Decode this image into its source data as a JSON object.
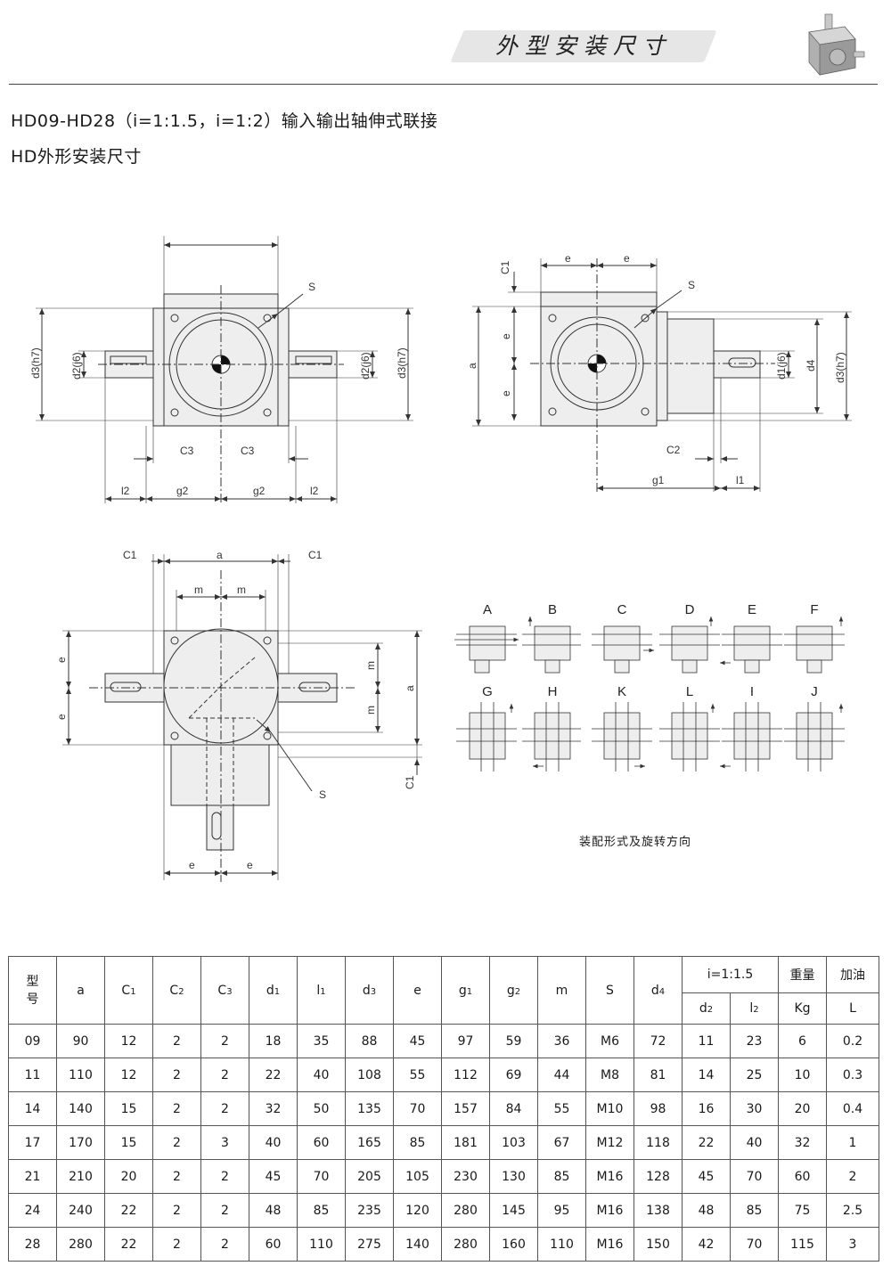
{
  "banner": {
    "title": "外型安装尺寸"
  },
  "header": {
    "line1": "HD09-HD28（i=1:1.5，i=1:2）输入输出轴伸式联接",
    "line2": "HD外形安装尺寸"
  },
  "colors": {
    "line": "#333333",
    "fill": "#eeeeee",
    "banner": "#e6e6e6"
  },
  "drawing1": {
    "dims": [
      "d3(h7)",
      "d2(j6)",
      "d2(j6)",
      "d3(h7)",
      "S",
      "C3",
      "C3",
      "l2",
      "g2",
      "g2",
      "l2"
    ]
  },
  "drawing2": {
    "dims": [
      "C1",
      "e",
      "e",
      "S",
      "a",
      "e",
      "e",
      "d1(j6)",
      "d4",
      "d3(h7)",
      "C2",
      "g1",
      "l1"
    ]
  },
  "drawing3": {
    "dims": [
      "C1",
      "a",
      "C1",
      "m",
      "m",
      "e",
      "e",
      "m",
      "m",
      "a",
      "C1",
      "S",
      "e",
      "e"
    ]
  },
  "assembly": {
    "row1": [
      "A",
      "B",
      "C",
      "D",
      "E",
      "F"
    ],
    "row2": [
      "G",
      "H",
      "K",
      "L",
      "I",
      "J"
    ],
    "caption": "装配形式及旋转方向"
  },
  "table": {
    "head1": [
      "型号",
      "a",
      "C",
      "C",
      "C",
      "d",
      "l",
      "d",
      "e",
      "g",
      "g",
      "m",
      "S",
      "d",
      "i=1:1.5",
      "重量",
      "加油"
    ],
    "head1_sub": [
      "",
      "",
      "1",
      "2",
      "3",
      "1",
      "1",
      "3",
      "",
      "1",
      "2",
      "",
      "",
      "4",
      "",
      "",
      ""
    ],
    "head2": [
      "d",
      "l",
      "Kg",
      "L"
    ],
    "head2_sub": [
      "2",
      "2",
      "",
      ""
    ],
    "rows": [
      [
        "09",
        "90",
        "12",
        "2",
        "2",
        "18",
        "35",
        "88",
        "45",
        "97",
        "59",
        "36",
        "M6",
        "72",
        "11",
        "23",
        "6",
        "0.2"
      ],
      [
        "11",
        "110",
        "12",
        "2",
        "2",
        "22",
        "40",
        "108",
        "55",
        "112",
        "69",
        "44",
        "M8",
        "81",
        "14",
        "25",
        "10",
        "0.3"
      ],
      [
        "14",
        "140",
        "15",
        "2",
        "2",
        "32",
        "50",
        "135",
        "70",
        "157",
        "84",
        "55",
        "M10",
        "98",
        "16",
        "30",
        "20",
        "0.4"
      ],
      [
        "17",
        "170",
        "15",
        "2",
        "3",
        "40",
        "60",
        "165",
        "85",
        "181",
        "103",
        "67",
        "M12",
        "118",
        "22",
        "40",
        "32",
        "1"
      ],
      [
        "21",
        "210",
        "20",
        "2",
        "2",
        "45",
        "70",
        "205",
        "105",
        "230",
        "130",
        "85",
        "M16",
        "128",
        "45",
        "70",
        "60",
        "2"
      ],
      [
        "24",
        "240",
        "22",
        "2",
        "2",
        "48",
        "85",
        "235",
        "120",
        "280",
        "145",
        "95",
        "M16",
        "138",
        "48",
        "85",
        "75",
        "2.5"
      ],
      [
        "28",
        "280",
        "22",
        "2",
        "2",
        "60",
        "110",
        "275",
        "140",
        "280",
        "160",
        "110",
        "M16",
        "150",
        "42",
        "70",
        "115",
        "3"
      ]
    ]
  }
}
